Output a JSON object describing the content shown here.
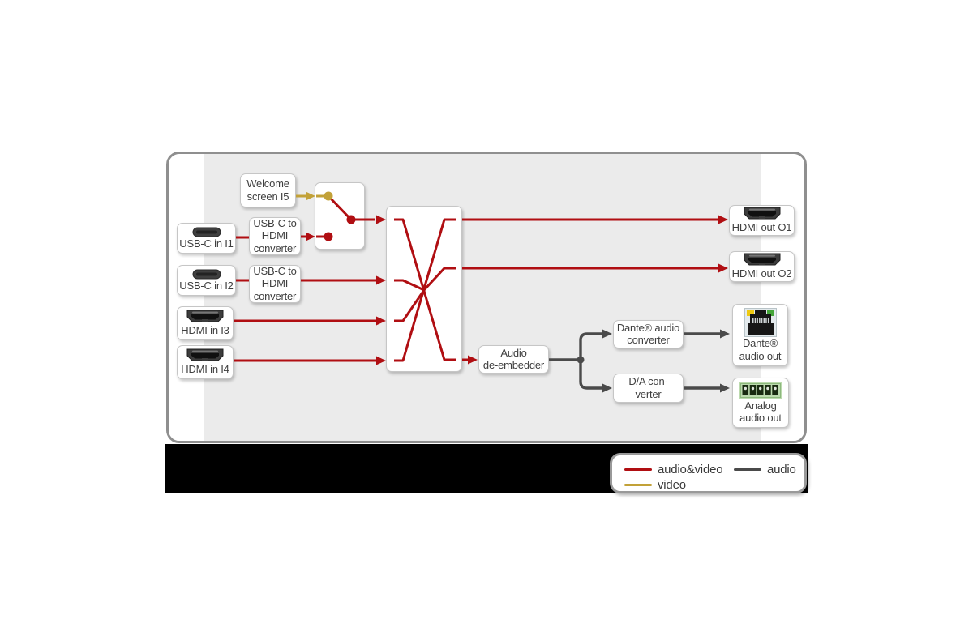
{
  "colors": {
    "audio_video": "#b00e12",
    "video": "#c2a138",
    "audio": "#4a4a4a"
  },
  "legend": {
    "audio_video": "audio&video",
    "audio": "audio",
    "video": "video"
  },
  "nodes": {
    "welcome_screen": {
      "line1": "Welcome",
      "line2": "screen I5"
    },
    "usbc_in_1": {
      "label": "USB-C in I1"
    },
    "usbc_in_2": {
      "label": "USB-C in I2"
    },
    "hdmi_in_3": {
      "label": "HDMI in I3"
    },
    "hdmi_in_4": {
      "label": "HDMI in I4"
    },
    "usbc_conv_1": {
      "line1": "USB-C to",
      "line2": "HDMI",
      "line3": "converter"
    },
    "usbc_conv_2": {
      "line1": "USB-C to",
      "line2": "HDMI",
      "line3": "converter"
    },
    "audio_deembedder": {
      "line1": "Audio",
      "line2": "de-embedder"
    },
    "dante_converter": {
      "line1": "Dante® audio",
      "line2": "converter"
    },
    "da_converter": {
      "line1": "D/A con-",
      "line2": "verter"
    },
    "hdmi_out_1": {
      "label": "HDMI out O1"
    },
    "hdmi_out_2": {
      "label": "HDMI out O2"
    },
    "dante_out": {
      "line1": "Dante®",
      "line2": "audio out"
    },
    "analog_out": {
      "line1": "Analog",
      "line2": "audio out"
    }
  }
}
